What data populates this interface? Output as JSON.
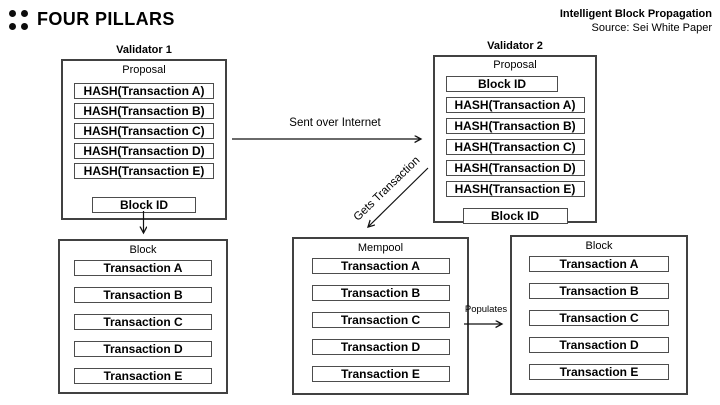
{
  "header": {
    "logo_text": "FOUR PILLARS",
    "title": "Intelligent Block Propagation",
    "source": "Source: Sei White Paper"
  },
  "panels": {
    "validator1": {
      "title": "Validator 1",
      "label": "Proposal",
      "rows": [
        "HASH(Transaction A)",
        "HASH(Transaction B)",
        "HASH(Transaction C)",
        "HASH(Transaction D)",
        "HASH(Transaction E)"
      ],
      "block_id": "Block ID"
    },
    "validator2": {
      "title": "Validator 2",
      "label": "Proposal",
      "block_id_top": "Block ID",
      "rows": [
        "HASH(Transaction A)",
        "HASH(Transaction B)",
        "HASH(Transaction C)",
        "HASH(Transaction D)",
        "HASH(Transaction E)"
      ],
      "block_id_bottom": "Block ID"
    },
    "block_left": {
      "label": "Block",
      "rows": [
        "Transaction A",
        "Transaction B",
        "Transaction C",
        "Transaction D",
        "Transaction E"
      ]
    },
    "mempool": {
      "label": "Mempool",
      "rows": [
        "Transaction A",
        "Transaction B",
        "Transaction C",
        "Transaction D",
        "Transaction E"
      ]
    },
    "block_right": {
      "label": "Block",
      "rows": [
        "Transaction A",
        "Transaction B",
        "Transaction C",
        "Transaction D",
        "Transaction E"
      ]
    }
  },
  "arrows": {
    "sent_over_internet": "Sent over Internet",
    "gets_transaction": "Gets Transaction",
    "populates": "Populates"
  },
  "colors": {
    "background": "#ffffff",
    "text": "#000000",
    "panel_border": "#414141",
    "row_border": "#4d4d4d",
    "arrow": "#111111"
  }
}
